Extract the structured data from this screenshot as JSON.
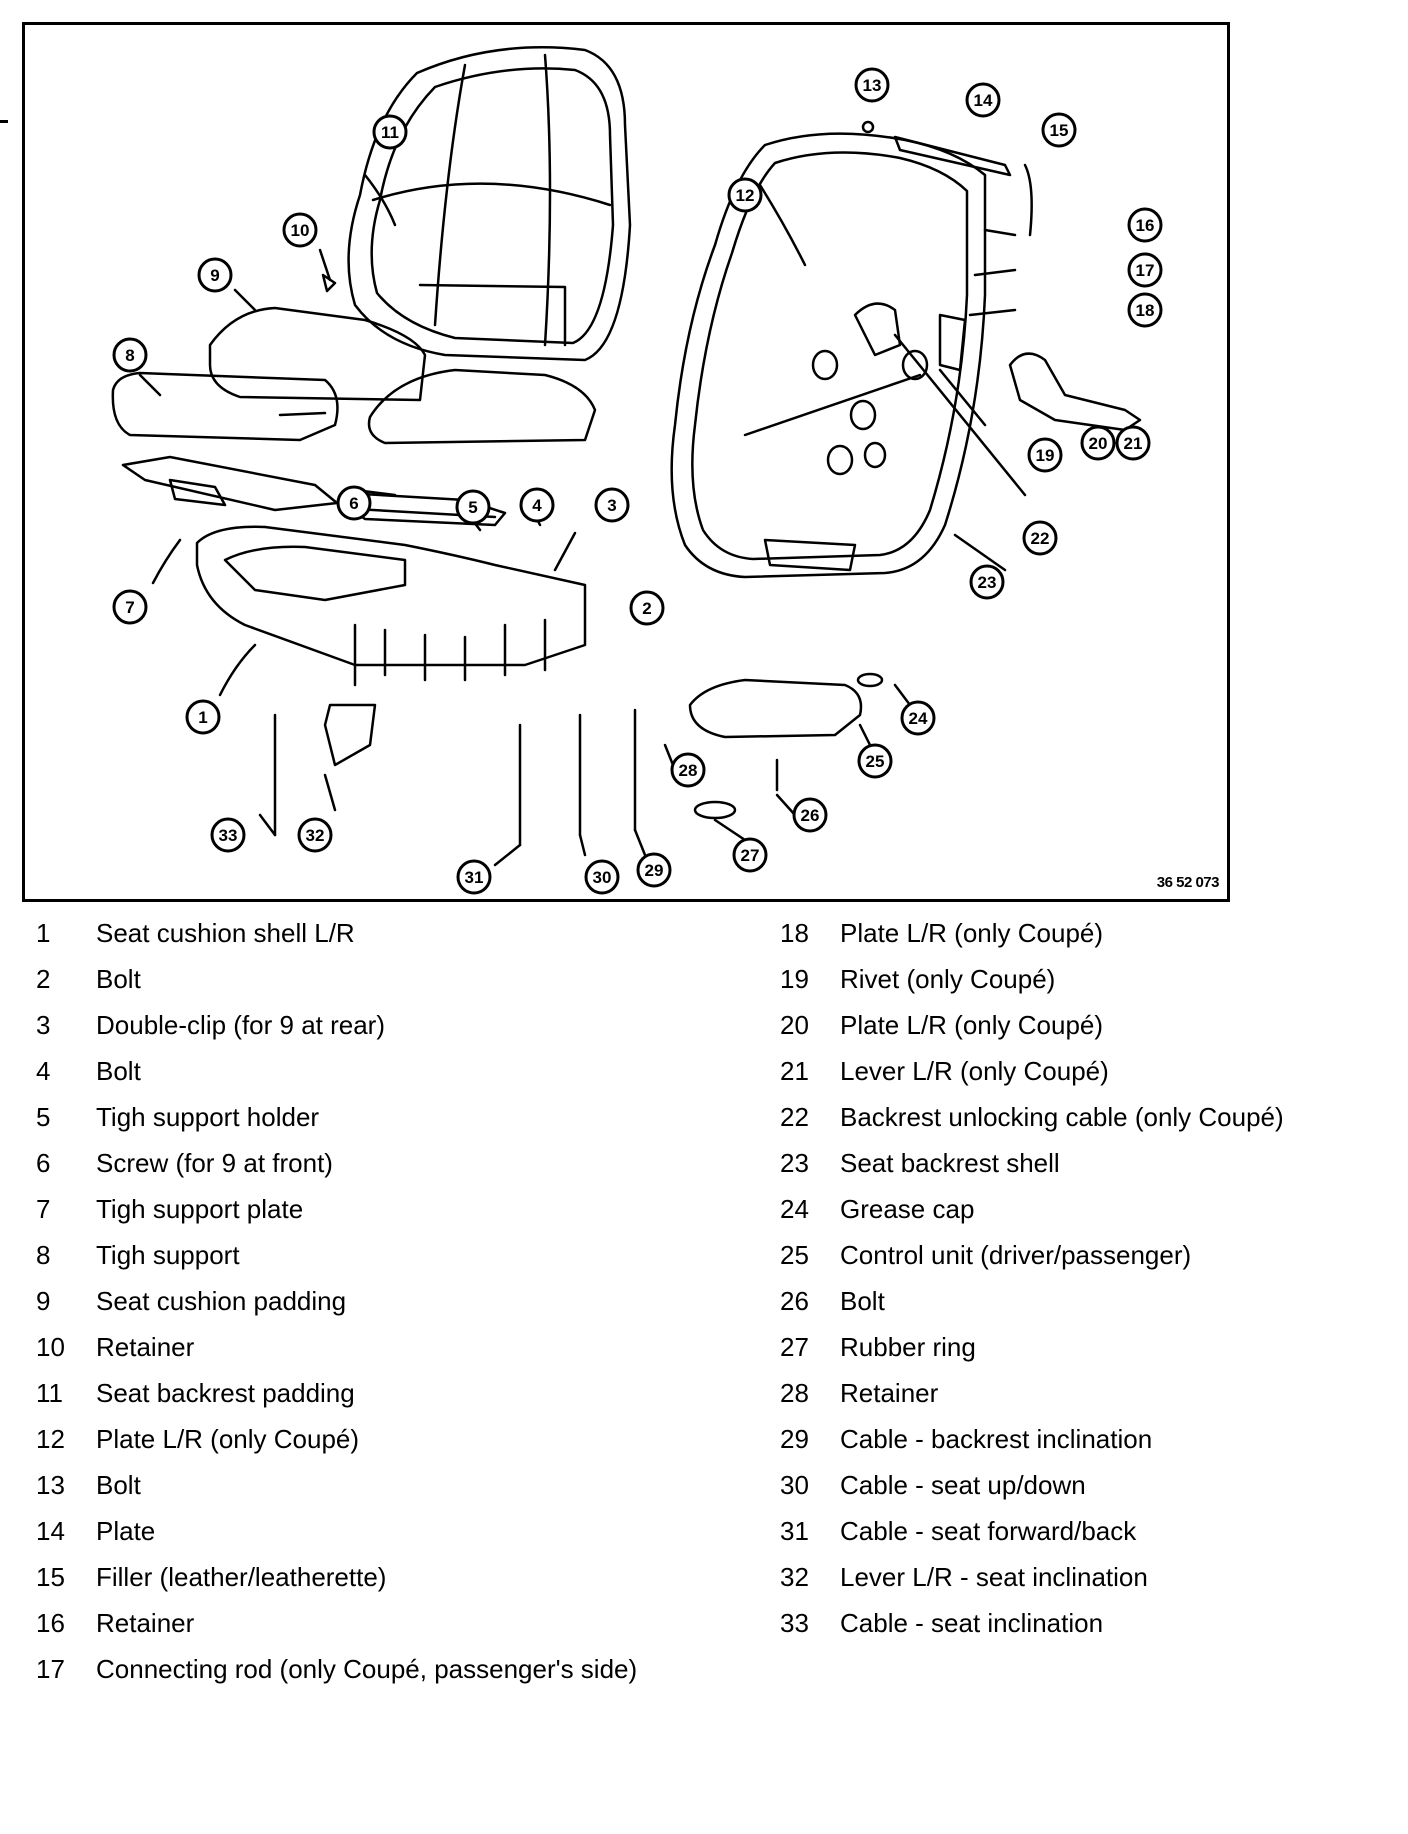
{
  "figure": {
    "code": "36 52 073",
    "callouts": [
      {
        "n": "1"
      },
      {
        "n": "2"
      },
      {
        "n": "3"
      },
      {
        "n": "4"
      },
      {
        "n": "5"
      },
      {
        "n": "6"
      },
      {
        "n": "7"
      },
      {
        "n": "8"
      },
      {
        "n": "9"
      },
      {
        "n": "10"
      },
      {
        "n": "11"
      },
      {
        "n": "12"
      },
      {
        "n": "13"
      },
      {
        "n": "14"
      },
      {
        "n": "15"
      },
      {
        "n": "16"
      },
      {
        "n": "17"
      },
      {
        "n": "18"
      },
      {
        "n": "19"
      },
      {
        "n": "20"
      },
      {
        "n": "21"
      },
      {
        "n": "22"
      },
      {
        "n": "23"
      },
      {
        "n": "24"
      },
      {
        "n": "25"
      },
      {
        "n": "26"
      },
      {
        "n": "27"
      },
      {
        "n": "28"
      },
      {
        "n": "29"
      },
      {
        "n": "30"
      },
      {
        "n": "31"
      },
      {
        "n": "32"
      },
      {
        "n": "33"
      }
    ]
  },
  "legend": {
    "left": [
      {
        "num": "1",
        "label": "Seat cushion shell L/R"
      },
      {
        "num": "2",
        "label": "Bolt"
      },
      {
        "num": "3",
        "label": "Double-clip (for 9 at rear)"
      },
      {
        "num": "4",
        "label": "Bolt"
      },
      {
        "num": "5",
        "label": "Tigh support holder"
      },
      {
        "num": "6",
        "label": "Screw (for 9 at front)"
      },
      {
        "num": "7",
        "label": "Tigh support plate"
      },
      {
        "num": "8",
        "label": "Tigh support"
      },
      {
        "num": "9",
        "label": "Seat cushion padding"
      },
      {
        "num": "10",
        "label": "Retainer"
      },
      {
        "num": "11",
        "label": "Seat backrest padding"
      },
      {
        "num": "12",
        "label": "Plate L/R (only Coupé)"
      },
      {
        "num": "13",
        "label": "Bolt"
      },
      {
        "num": "14",
        "label": "Plate"
      },
      {
        "num": "15",
        "label": "Filler (leather/leatherette)"
      },
      {
        "num": "16",
        "label": "Retainer"
      },
      {
        "num": "17",
        "label": "Connecting rod (only Coupé, passenger's side)"
      }
    ],
    "right": [
      {
        "num": "18",
        "label": "Plate L/R (only Coupé)"
      },
      {
        "num": "19",
        "label": "Rivet (only Coupé)"
      },
      {
        "num": "20",
        "label": "Plate L/R (only Coupé)"
      },
      {
        "num": "21",
        "label": "Lever L/R (only Coupé)"
      },
      {
        "num": "22",
        "label": "Backrest unlocking cable (only Coupé)"
      },
      {
        "num": "23",
        "label": "Seat backrest shell"
      },
      {
        "num": "24",
        "label": "Grease cap"
      },
      {
        "num": "25",
        "label": "Control unit (driver/passenger)"
      },
      {
        "num": "26",
        "label": "Bolt"
      },
      {
        "num": "27",
        "label": "Rubber ring"
      },
      {
        "num": "28",
        "label": "Retainer"
      },
      {
        "num": "29",
        "label": "Cable - backrest inclination"
      },
      {
        "num": "30",
        "label": "Cable - seat up/down"
      },
      {
        "num": "31",
        "label": "Cable - seat forward/back"
      },
      {
        "num": "32",
        "label": "Lever L/R - seat inclination"
      },
      {
        "num": "33",
        "label": "Cable - seat inclination"
      }
    ]
  }
}
